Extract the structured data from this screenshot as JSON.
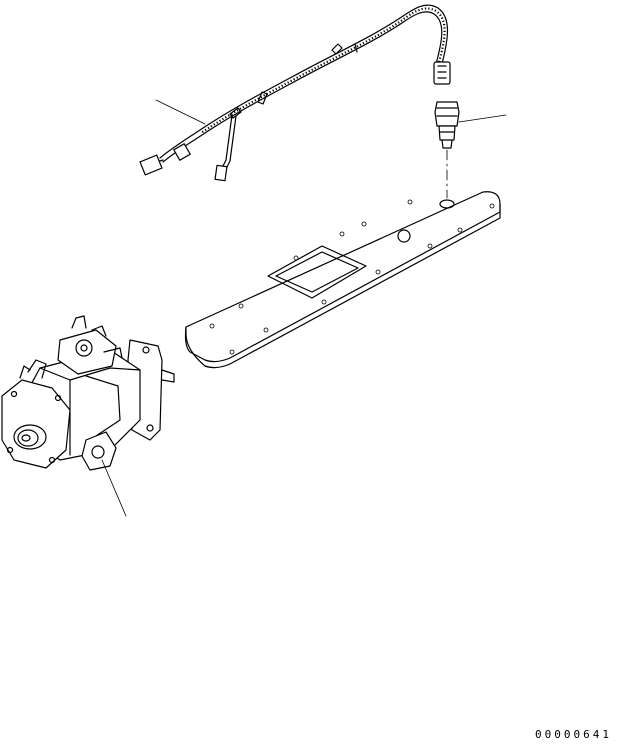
{
  "drawing": {
    "number": "00000641",
    "components": [
      "wiring-harness",
      "sensor",
      "cover-plate",
      "fuel-injection-pump"
    ]
  }
}
